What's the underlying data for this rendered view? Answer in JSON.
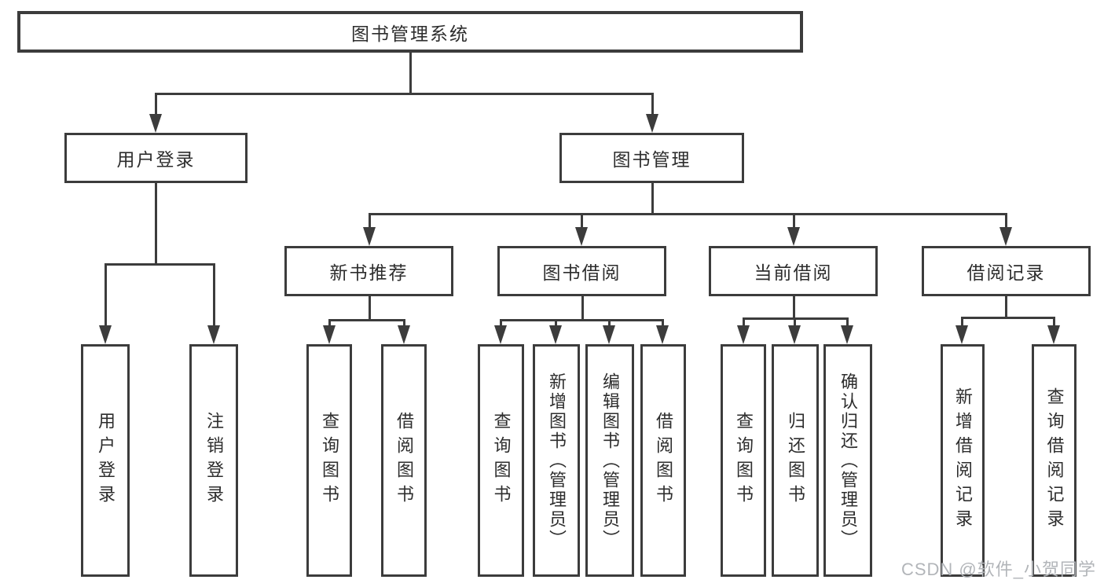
{
  "diagram": {
    "root": "图书管理系统",
    "level2": [
      "用户登录",
      "图书管理"
    ],
    "level3": [
      "新书推荐",
      "图书借阅",
      "当前借阅",
      "借阅记录"
    ],
    "leaves": [
      "用户登录",
      "注销登录",
      "查询图书",
      "借阅图书",
      "查询图书",
      "新增图书（管理员）",
      "编辑图书（管理员）",
      "借阅图书",
      "查询图书",
      "归还图书",
      "确认归还（管理员）",
      "新增借阅记录",
      "查询借阅记录"
    ]
  },
  "watermark": "CSDN @软件_小贺同学"
}
